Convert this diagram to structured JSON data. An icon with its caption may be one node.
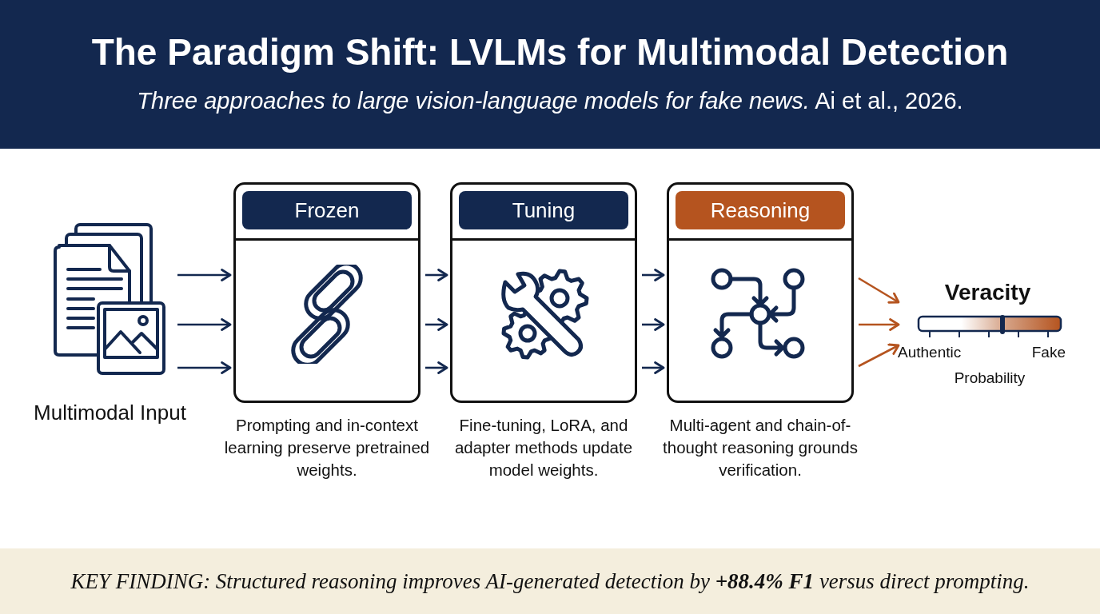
{
  "diagram": {
    "title": "The Paradigm Shift: LVLMs for Multimodal Detection",
    "caption": "KEY FINDING: Structured reasoning improves AI-generated detection by **+88.4% F1** versus direct prompting.",
    "nodes": [
      {
        "text": [
          "Multimodal Input"
        ]
      },
      {
        "text": [
          "Frozen"
        ],
        "beside": [
          "Prompting and in-context learning preserve pretrained weights."
        ]
      },
      {
        "text": [
          "Tuning"
        ],
        "beside": [
          "Fine-tuning, LoRA, and adapter methods update model weights."
        ]
      },
      {
        "text": [
          "Reasoning"
        ],
        "beside": [
          "Multi-agent and chain-of-thought reasoning grounds verification."
        ]
      },
      {
        "text": [
          "Veracity",
          "Authentic",
          "Fake",
          "Probability"
        ]
      }
    ],
    "edges": [
      {
        "from": 0,
        "to": 1,
        "arrow": "to"
      },
      {
        "from": 0,
        "to": 1,
        "arrow": "to"
      },
      {
        "from": 0,
        "to": 1,
        "arrow": "to"
      },
      {
        "from": 1,
        "to": 2,
        "arrow": "to"
      },
      {
        "from": 1,
        "to": 2,
        "arrow": "to"
      },
      {
        "from": 1,
        "to": 2,
        "arrow": "to"
      },
      {
        "from": 2,
        "to": 3,
        "arrow": "to"
      },
      {
        "from": 2,
        "to": 3,
        "arrow": "to"
      },
      {
        "from": 2,
        "to": 3,
        "arrow": "to"
      },
      {
        "from": 3,
        "to": 4,
        "arrow": "to",
        "color": "#b5541f"
      },
      {
        "from": 3,
        "to": 4,
        "arrow": "to",
        "color": "#b5541f"
      },
      {
        "from": 3,
        "to": 4,
        "arrow": "to",
        "color": "#b5541f"
      }
    ],
    "labels": [
      "*Three approaches to large vision-language models for fake news.* Ai et al., 2026."
    ]
  }
}
